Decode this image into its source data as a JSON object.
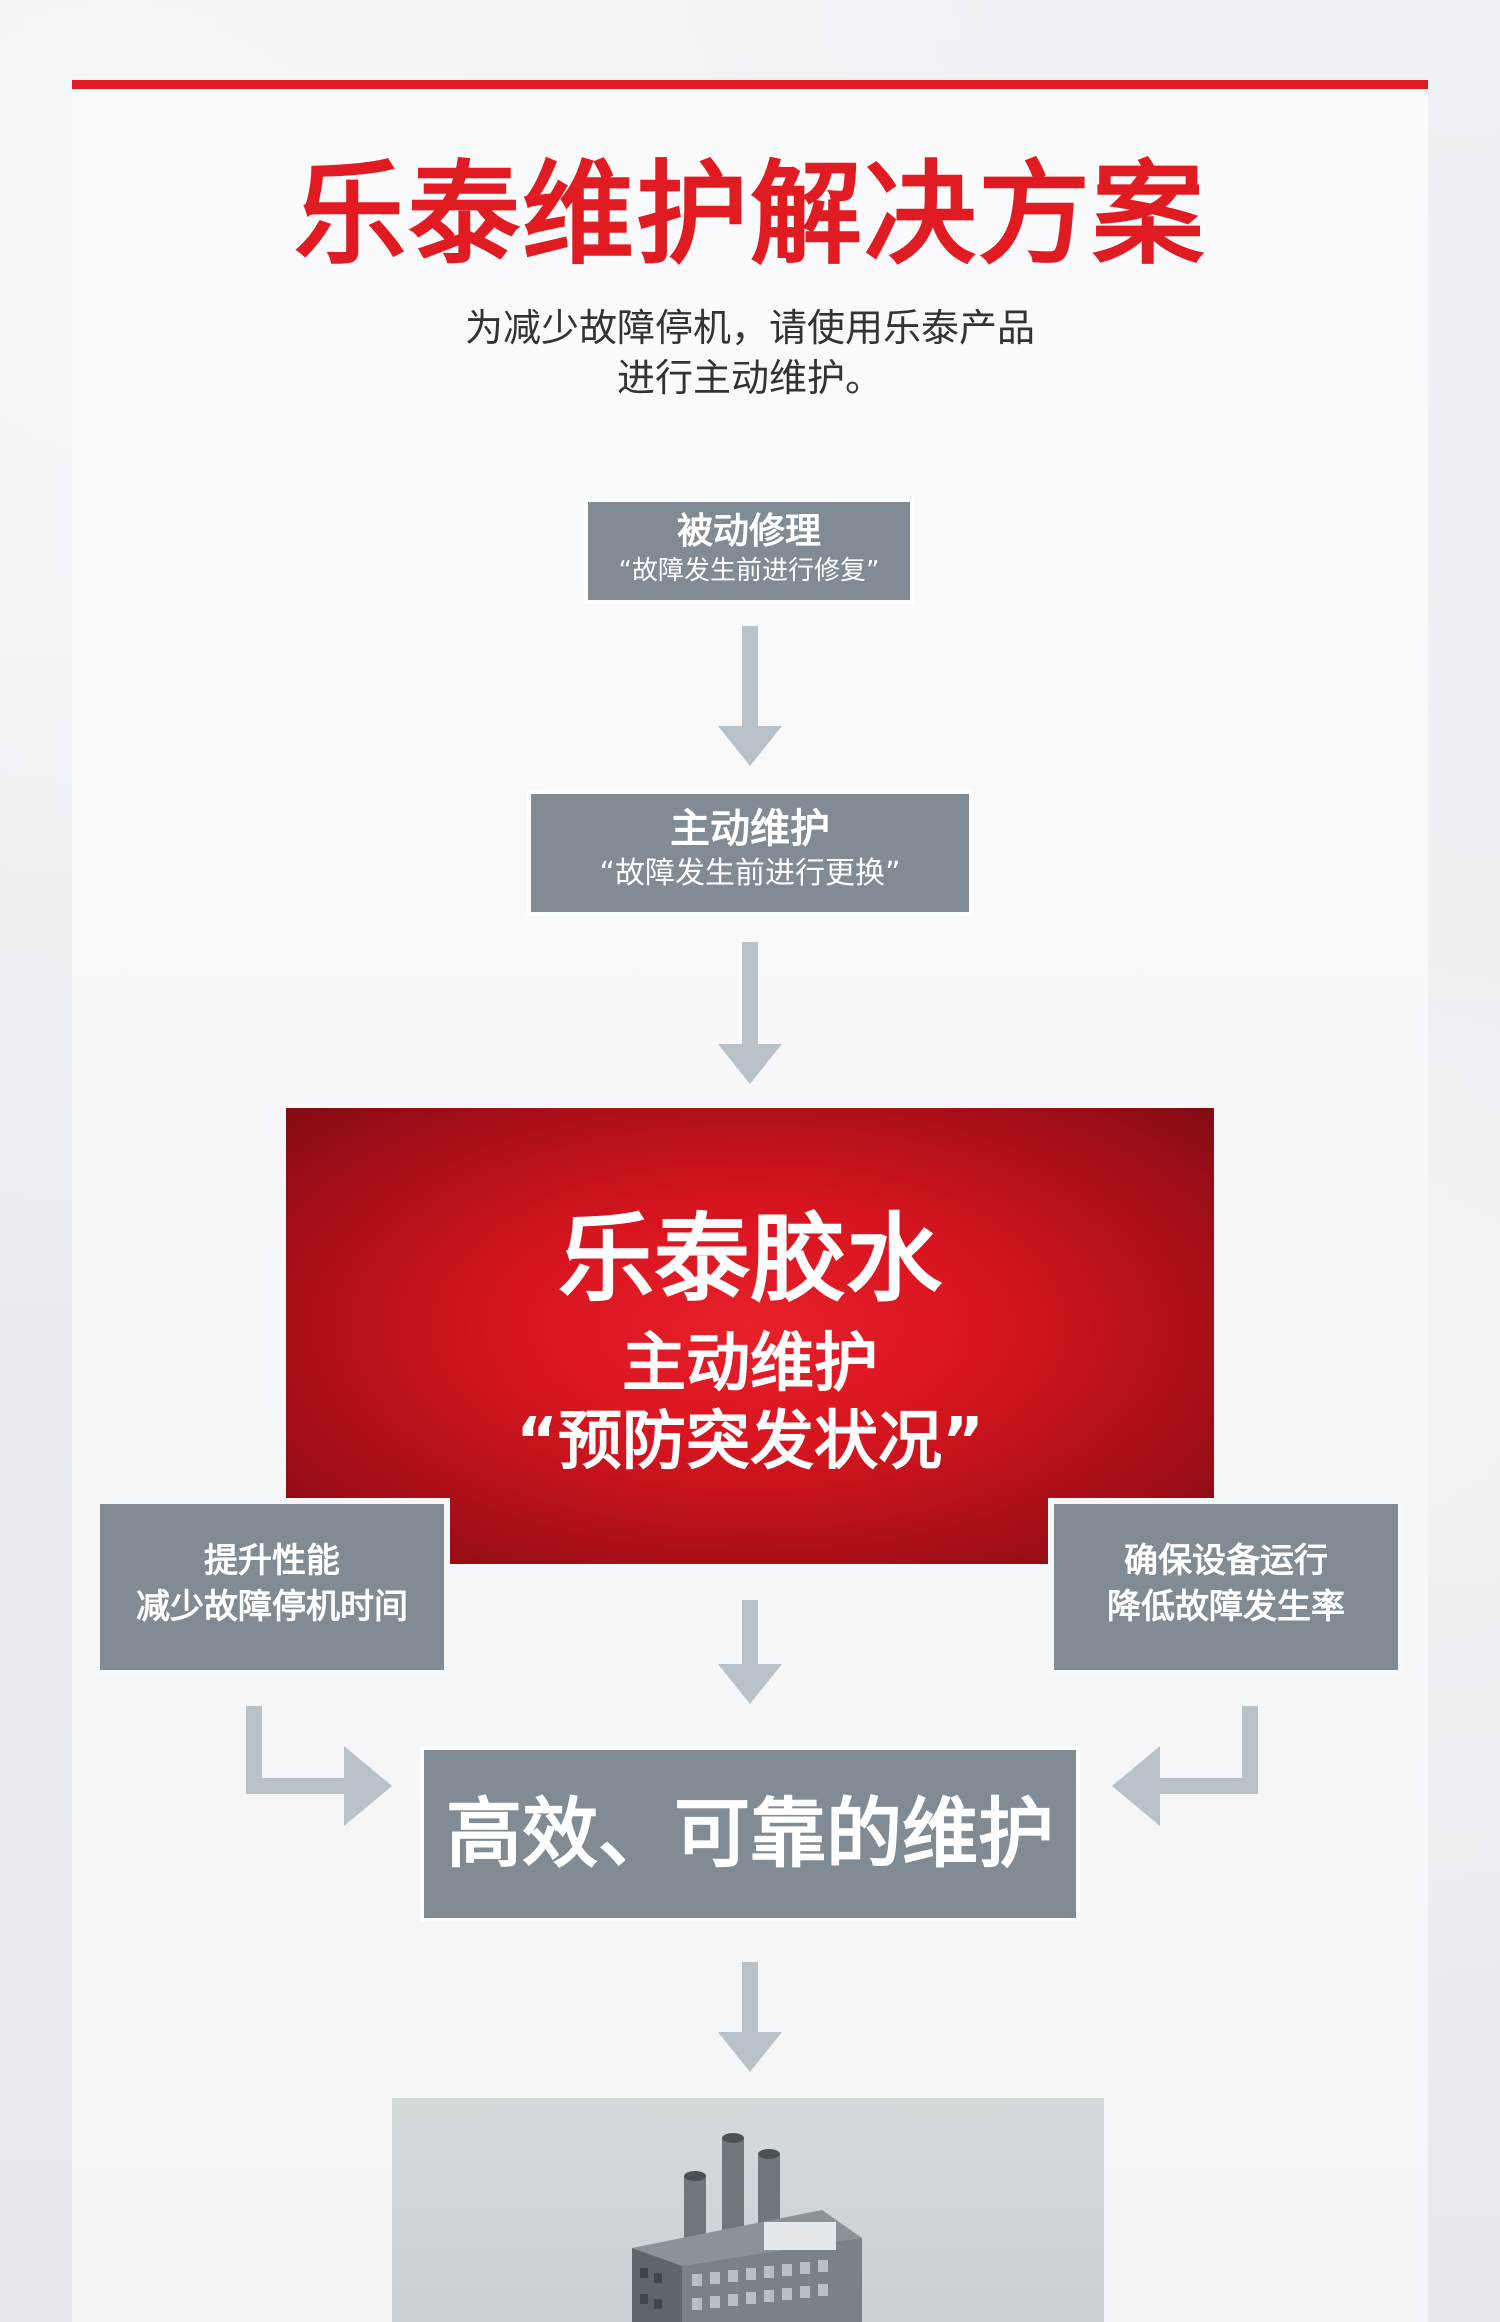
{
  "title": "乐泰维护解决方案",
  "subtitle": {
    "line1": "为减少故障停机，请使用乐泰产品",
    "line2": "进行主动维护。"
  },
  "steps": {
    "reactive": {
      "title": "被动修理",
      "desc": "“故障发生前进行修复”"
    },
    "proactive": {
      "title": "主动维护",
      "desc": "“故障发生前进行更换”"
    },
    "loctite": {
      "title": "乐泰胶水",
      "subtitle": "主动维护",
      "tagline": "“预防突发状况”"
    },
    "left_benefit": {
      "line1": "提升性能",
      "line2": "减少故障停机时间"
    },
    "right_benefit": {
      "line1": "确保设备运行",
      "line2": "降低故障发生率"
    },
    "result": "高效、可靠的维护"
  },
  "colors": {
    "accent_red": "#e11b22",
    "box_gray": "#808b93",
    "arrow_gray": "#b9c2c9"
  },
  "icons": [
    "arrow-down-icon",
    "bracket-arrow-right-icon",
    "bracket-arrow-left-icon",
    "factory-illustration"
  ]
}
